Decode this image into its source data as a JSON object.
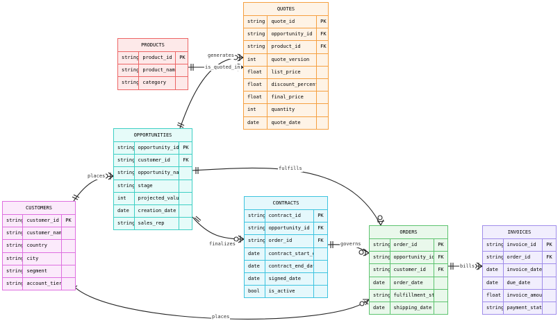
{
  "entities": {
    "quotes": {
      "name": "QUOTES",
      "rows": [
        {
          "type": "string",
          "field": "quote_id",
          "key": "PK"
        },
        {
          "type": "string",
          "field": "opportunity_id",
          "key": "FK"
        },
        {
          "type": "string",
          "field": "product_id",
          "key": "FK"
        },
        {
          "type": "int",
          "field": "quote_version",
          "key": ""
        },
        {
          "type": "float",
          "field": "list_price",
          "key": ""
        },
        {
          "type": "float",
          "field": "discount_percentage",
          "key": ""
        },
        {
          "type": "float",
          "field": "final_price",
          "key": ""
        },
        {
          "type": "int",
          "field": "quantity",
          "key": ""
        },
        {
          "type": "date",
          "field": "quote_date",
          "key": ""
        }
      ]
    },
    "products": {
      "name": "PRODUCTS",
      "rows": [
        {
          "type": "string",
          "field": "product_id",
          "key": "PK"
        },
        {
          "type": "string",
          "field": "product_name",
          "key": ""
        },
        {
          "type": "string",
          "field": "category",
          "key": ""
        }
      ]
    },
    "opportunities": {
      "name": "OPPORTUNITIES",
      "rows": [
        {
          "type": "string",
          "field": "opportunity_id",
          "key": "PK"
        },
        {
          "type": "string",
          "field": "customer_id",
          "key": "FK"
        },
        {
          "type": "string",
          "field": "opportunity_name",
          "key": ""
        },
        {
          "type": "string",
          "field": "stage",
          "key": ""
        },
        {
          "type": "int",
          "field": "projected_value",
          "key": ""
        },
        {
          "type": "date",
          "field": "creation_date",
          "key": ""
        },
        {
          "type": "string",
          "field": "sales_rep",
          "key": ""
        }
      ]
    },
    "customers": {
      "name": "CUSTOMERS",
      "rows": [
        {
          "type": "string",
          "field": "customer_id",
          "key": "PK"
        },
        {
          "type": "string",
          "field": "customer_name",
          "key": ""
        },
        {
          "type": "string",
          "field": "country",
          "key": ""
        },
        {
          "type": "string",
          "field": "city",
          "key": ""
        },
        {
          "type": "string",
          "field": "segment",
          "key": ""
        },
        {
          "type": "string",
          "field": "account_tier",
          "key": ""
        }
      ]
    },
    "contracts": {
      "name": "CONTRACTS",
      "rows": [
        {
          "type": "string",
          "field": "contract_id",
          "key": "PK"
        },
        {
          "type": "string",
          "field": "opportunity_id",
          "key": "FK"
        },
        {
          "type": "string",
          "field": "order_id",
          "key": "FK"
        },
        {
          "type": "date",
          "field": "contract_start_date",
          "key": ""
        },
        {
          "type": "date",
          "field": "contract_end_date",
          "key": ""
        },
        {
          "type": "date",
          "field": "signed_date",
          "key": ""
        },
        {
          "type": "bool",
          "field": "is_active",
          "key": ""
        }
      ]
    },
    "orders": {
      "name": "ORDERS",
      "rows": [
        {
          "type": "string",
          "field": "order_id",
          "key": "PK"
        },
        {
          "type": "string",
          "field": "opportunity_id",
          "key": "FK"
        },
        {
          "type": "string",
          "field": "customer_id",
          "key": "FK"
        },
        {
          "type": "date",
          "field": "order_date",
          "key": ""
        },
        {
          "type": "string",
          "field": "fulfillment_status",
          "key": ""
        },
        {
          "type": "date",
          "field": "shipping_date",
          "key": ""
        }
      ]
    },
    "invoices": {
      "name": "INVOICES",
      "rows": [
        {
          "type": "string",
          "field": "invoice_id",
          "key": "PK"
        },
        {
          "type": "string",
          "field": "order_id",
          "key": "FK"
        },
        {
          "type": "date",
          "field": "invoice_date",
          "key": ""
        },
        {
          "type": "date",
          "field": "due_date",
          "key": ""
        },
        {
          "type": "float",
          "field": "invoice_amount",
          "key": ""
        },
        {
          "type": "string",
          "field": "payment_status",
          "key": ""
        }
      ]
    }
  },
  "relationships": [
    {
      "id": "generates",
      "label": "generates",
      "from": "opportunities",
      "to": "quotes"
    },
    {
      "id": "is-quoted-in",
      "label": "is_quoted_in",
      "from": "products",
      "to": "quotes"
    },
    {
      "id": "places-opp",
      "label": "places",
      "from": "customers",
      "to": "opportunities"
    },
    {
      "id": "fulfills",
      "label": "fulfills",
      "from": "opportunities",
      "to": "orders"
    },
    {
      "id": "finalizes",
      "label": "finalizes",
      "from": "opportunities",
      "to": "contracts"
    },
    {
      "id": "governs",
      "label": "governs",
      "from": "contracts",
      "to": "orders"
    },
    {
      "id": "bills",
      "label": "bills",
      "from": "orders",
      "to": "invoices"
    },
    {
      "id": "places-order",
      "label": "places",
      "from": "customers",
      "to": "orders"
    }
  ],
  "colors": {
    "quotes": {
      "border": "#f59f3f",
      "head": "#fef3e6"
    },
    "products": {
      "border": "#ec6464",
      "head": "#fde9e9"
    },
    "opportunities": {
      "border": "#3ccfc4",
      "head": "#e6fbf9"
    },
    "customers": {
      "border": "#de6fe0",
      "head": "#fbeafb"
    },
    "contracts": {
      "border": "#3cc3df",
      "head": "#e5f8fc"
    },
    "orders": {
      "border": "#5cc36e",
      "head": "#e9f8eb"
    },
    "invoices": {
      "border": "#9f8cea",
      "head": "#f1eefd"
    },
    "line": "#222222"
  }
}
